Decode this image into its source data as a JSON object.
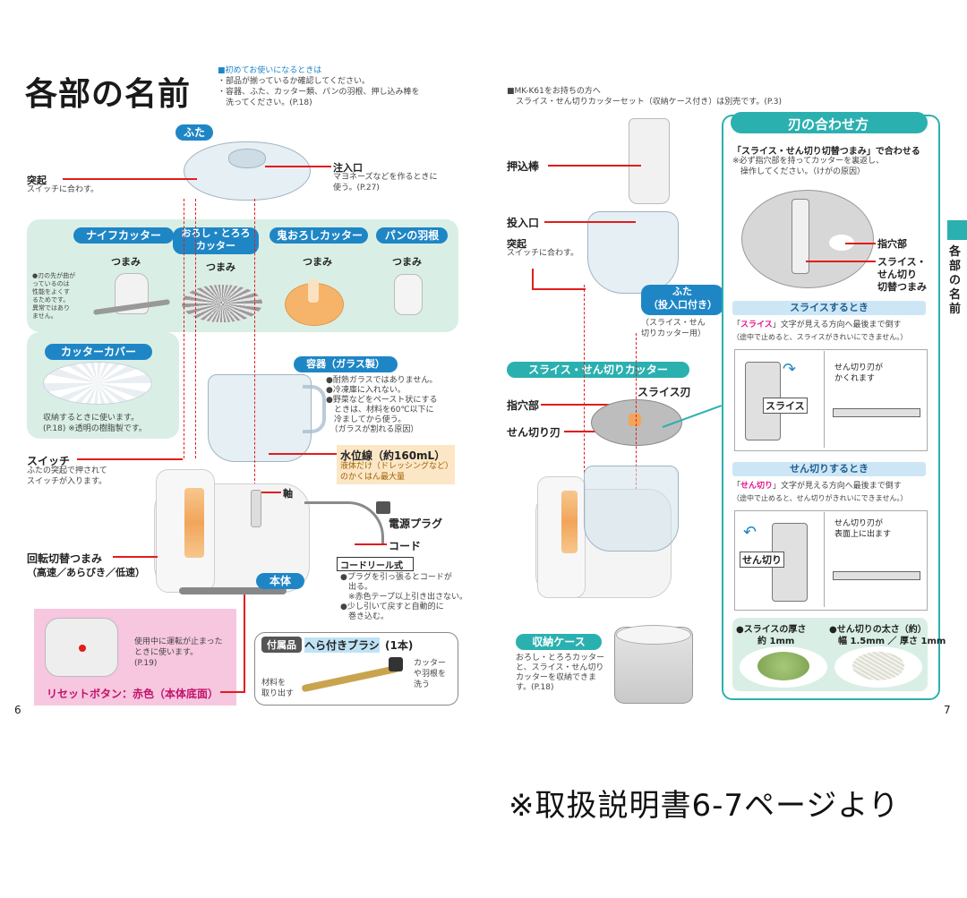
{
  "left": {
    "title": "各部の名前",
    "intro_heading": "■初めてお使いになるときは",
    "intro_lines": [
      "・部品が揃っているか確認してください。",
      "・容器、ふた、カッター類、パンの羽根、押し込み棒を",
      "　洗ってください。(P.18)"
    ],
    "futa_label": "ふた",
    "tokki_title": "突起",
    "tokki_desc": "スイッチに合わす。",
    "chunyu_title": "注入口",
    "chunyu_desc1": "マヨネーズなどを作るときに",
    "chunyu_desc2": "使う。(P.27)",
    "cutters": [
      {
        "name": "ナイフカッター",
        "sub": "つまみ"
      },
      {
        "name": "おろし・とろろ\nカッター",
        "sub": "つまみ"
      },
      {
        "name": "鬼おろしカッター",
        "sub": "つまみ"
      },
      {
        "name": "パンの羽根",
        "sub": "つまみ"
      }
    ],
    "knife_note": [
      "●刃の先が曲が",
      "っているのは",
      "性能をよくす",
      "るためです。",
      "異常ではあり",
      "ません。"
    ],
    "cover_label": "カッターカバー",
    "cover_desc1": "収納するときに使います。",
    "cover_desc2": "(P.18) ※透明の樹脂製です。",
    "container_label": "容器（ガラス製）",
    "container_notes": [
      "●耐熱ガラスではありません。",
      "●冷凍庫に入れない。",
      "●野菜などをペースト状にする",
      "　ときは、材料を60℃以下に",
      "　冷ましてから使う。",
      "　（ガラスが割れる原因）"
    ],
    "water_title": "水位線（約160mL）",
    "water_desc1": "液体だけ（ドレッシングなど）",
    "water_desc2": "のかくはん最大量",
    "switch_title": "スイッチ",
    "switch_desc1": "ふたの突起で押されて",
    "switch_desc2": "スイッチが入ります。",
    "jiku": "軸",
    "plug": "電源プラグ",
    "cord": "コード",
    "reel_title": "コードリール式",
    "reel_notes": [
      "●プラグを引っ張るとコードが",
      "　出る。",
      "　※赤色テープ以上引き出さない。",
      "●少し引いて戻すと自動的に",
      "　巻き込む。"
    ],
    "dial_title": "回転切替つまみ",
    "dial_desc": "（高速／あらびき／低速）",
    "body_label": "本体",
    "reset_desc1": "使用中に運転が止まった",
    "reset_desc2": "ときに使います。",
    "reset_desc3": "(P.19)",
    "reset_title": "リセットボタン：赤色（本体底面）",
    "acc_tag": "付属品",
    "acc_name": "へら付きブラシ",
    "acc_count": "(1本)",
    "acc_left1": "材料を",
    "acc_left2": "取り出す",
    "acc_right1": "カッター",
    "acc_right2": "や羽根を",
    "acc_right3": "洗う",
    "page_num": "6"
  },
  "right": {
    "intro1": "■MK-K61をお持ちの方へ",
    "intro2": "スライス・せん切りカッターセット（収納ケース付き）は別売です。(P.3)",
    "oshikomi": "押込棒",
    "tonyu": "投入口",
    "tokki_title": "突起",
    "tokki_desc": "スイッチに合わす。",
    "futa1": "ふた",
    "futa2": "（投入口付き）",
    "futa_note1": "（スライス・せん",
    "futa_note2": "切りカッター用）",
    "slice_label": "スライス・せん切りカッター",
    "slice_blade": "スライス刃",
    "shiketsu": "指穴部",
    "sengiri_blade": "せん切り刃",
    "case_label": "収納ケース",
    "case_desc": [
      "おろし・とろろカッター",
      "と、スライス・せん切り",
      "カッターを収納できま",
      "す。(P.18)"
    ],
    "page_num": "7",
    "side_tab": "各部の名前",
    "blade_panel": {
      "title": "刃の合わせ方",
      "line1": "「スライス・せん切り切替つまみ」で合わせる",
      "line2": "※必ず指穴部を持ってカッターを裏返し、",
      "line3": "　操作してください。（けがの原因）",
      "label_hole": "指穴部",
      "label_knob1": "スライス・",
      "label_knob2": "せん切り",
      "label_knob3": "切替つまみ",
      "slice_head": "スライスするとき",
      "slice_text1_a": "「",
      "slice_text1_red": "スライス",
      "slice_text1_b": "」文字が見える方向へ最後まで倒す",
      "slice_text2": "（途中で止めると、スライスがきれいにできません。）",
      "slice_caption1": "せん切り刃が",
      "slice_caption2": "かくれます",
      "slice_knob_word": "スライス",
      "sen_head": "せん切りするとき",
      "sen_text1_a": "「",
      "sen_text1_red": "せん切り",
      "sen_text1_b": "」文字が見える方向へ最後まで倒す",
      "sen_text2": "（途中で止めると、せん切りがきれいにできません。）",
      "sen_caption1": "せん切り刃が",
      "sen_caption2": "表面上に出ます",
      "sen_knob_word": "せん切り",
      "thick_title1": "●スライスの厚さ",
      "thick_title2": "約 1mm",
      "width_title1": "●せん切りの太さ（約）",
      "width_title2": "幅 1.5mm ／ 厚さ 1mm"
    }
  },
  "footer_caption": "※取扱説明書6-7ページより",
  "colors": {
    "blue": "#1f86c6",
    "teal": "#2bb0b0",
    "red": "#e21c1c",
    "mint": "#d9efe6",
    "pink": "#f7c6df"
  }
}
